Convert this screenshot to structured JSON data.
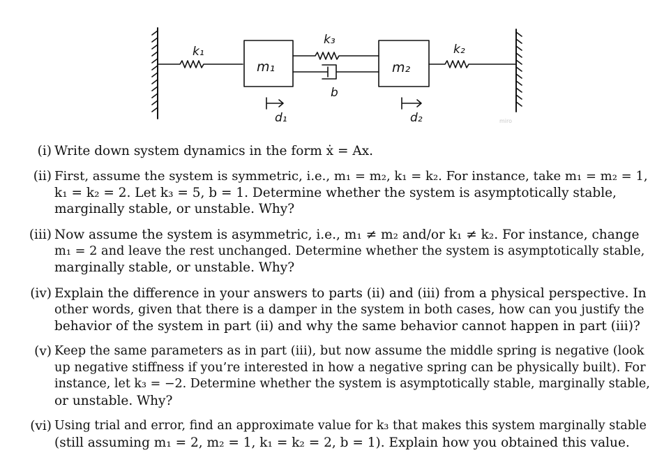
{
  "figure": {
    "labels": {
      "k1": "k₁",
      "k2": "k₂",
      "k3": "k₃",
      "m1": "m₁",
      "m2": "m₂",
      "b": "b",
      "d1": "d₁",
      "d2": "d₂"
    },
    "watermark": "miro"
  },
  "problems": [
    {
      "num": "(i)",
      "lines": [
        "Write down system dynamics in the form ẋ = Ax."
      ]
    },
    {
      "num": "(ii)",
      "lines": [
        "First, assume the system is symmetric, i.e., m₁ = m₂, k₁ = k₂. For instance, take m₁ = m₂ = 1,",
        "k₁ = k₂ = 2. Let k₃ = 5, b = 1. Determine whether the system is asymptotically stable,",
        "marginally stable, or unstable. Why?"
      ]
    },
    {
      "num": "(iii)",
      "lines": [
        "Now assume the system is asymmetric, i.e., m₁ ≠ m₂ and/or k₁ ≠ k₂. For instance, change",
        "m₁ = 2 and leave the rest unchanged. Determine whether the system is asymptotically stable,",
        "marginally stable, or unstable. Why?"
      ]
    },
    {
      "num": "(iv)",
      "lines": [
        "Explain the difference in your answers to parts (ii) and (iii) from a physical perspective. In",
        "other words, given that there is a damper in the system in both cases, how can you justify the",
        "behavior of the system in part (ii) and why the same behavior cannot happen in part (iii)?"
      ]
    },
    {
      "num": "(v)",
      "lines": [
        "Keep the same parameters as in part (iii), but now assume the middle spring is negative (look",
        "up negative stiffness if you’re interested in how a negative spring can be physically built). For",
        "instance, let k₃ = −2. Determine whether the system is asymptotically stable, marginally stable,",
        "or unstable. Why?"
      ]
    },
    {
      "num": "(vi)",
      "lines": [
        "Using trial and error, find an approximate value for k₃ that makes this system marginally stable",
        "(still assuming m₁ = 2, m₂ = 1, k₁ = k₂ = 2, b = 1). Explain how you obtained this value."
      ]
    }
  ]
}
